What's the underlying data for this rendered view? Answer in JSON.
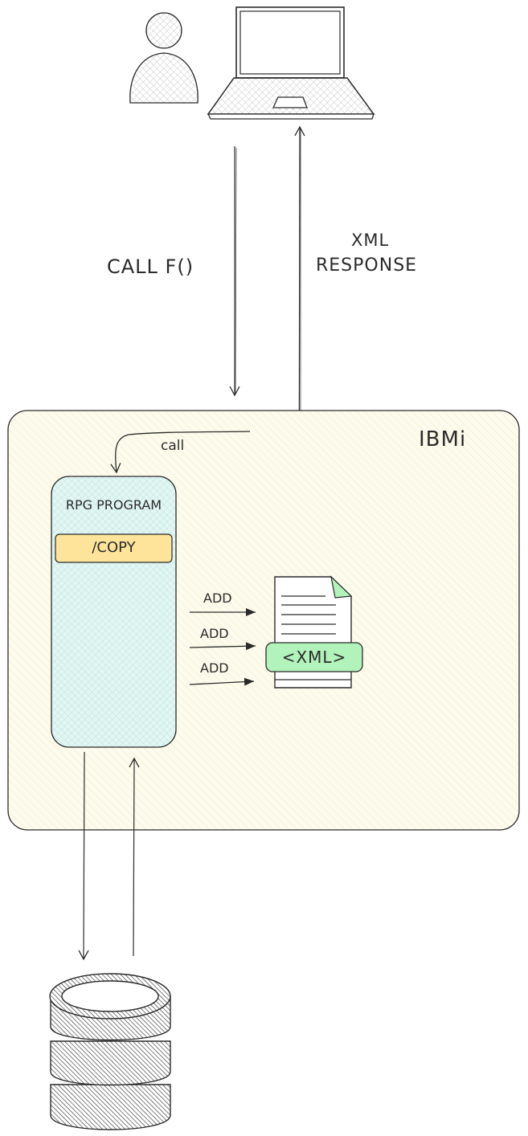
{
  "labels": {
    "call_f": "CALL F()",
    "xml_response_line1": "XML",
    "xml_response_line2": "RESPONSE",
    "ibmi": "IBMi",
    "call": "call",
    "rpg_program": "RPG PROGRAM",
    "copy": "/COPY",
    "add_1": "ADD",
    "add_2": "ADD",
    "add_3": "ADD",
    "xml_tag": "<XML>"
  },
  "icons": [
    "user-icon",
    "laptop-icon",
    "document-icon",
    "database-icon"
  ],
  "colors": {
    "ibmi_container": "#fbf8e6",
    "rpg_program_fill": "#d8f1ee",
    "copy_fill": "#fde49a",
    "xml_tag_fill": "#b2f2bb",
    "stroke": "#2b2b2b"
  }
}
